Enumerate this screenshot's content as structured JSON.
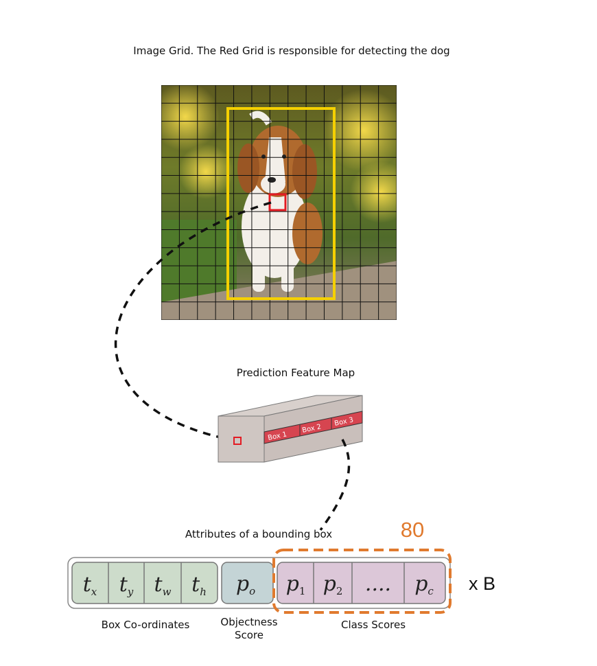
{
  "title": "Image Grid. The Red Grid is responsible for detecting the dog",
  "feature_map": {
    "title": "Prediction Feature Map",
    "boxes": [
      "Box 1",
      "Box 2",
      "Box 3"
    ]
  },
  "attributes": {
    "title": "Attributes of a bounding box",
    "count_label": "80",
    "multiplier": "x B",
    "box_coords": {
      "label": "Box Co-ordinates",
      "cells": [
        {
          "base": "t",
          "sub": "x"
        },
        {
          "base": "t",
          "sub": "y"
        },
        {
          "base": "t",
          "sub": "w"
        },
        {
          "base": "t",
          "sub": "h"
        }
      ]
    },
    "objectness": {
      "label_line1": "Objectness",
      "label_line2": "Score",
      "cell": {
        "base": "p",
        "sub": "o"
      }
    },
    "class_scores": {
      "label": "Class Scores",
      "cells": [
        {
          "base": "p",
          "sub": "1"
        },
        {
          "base": "p",
          "sub": "2"
        },
        {
          "base": "....",
          "sub": ""
        },
        {
          "base": "p",
          "sub": "c"
        }
      ]
    }
  },
  "colors": {
    "grid_highlight": "#e31b23",
    "dog_box": "#f5d000",
    "box_coords_fill": "#cddccb",
    "objectness_fill": "#c4d4d6",
    "class_fill": "#dcc7d8",
    "count_dashed": "#e07a2e",
    "feature_box_band": "#d64550"
  }
}
